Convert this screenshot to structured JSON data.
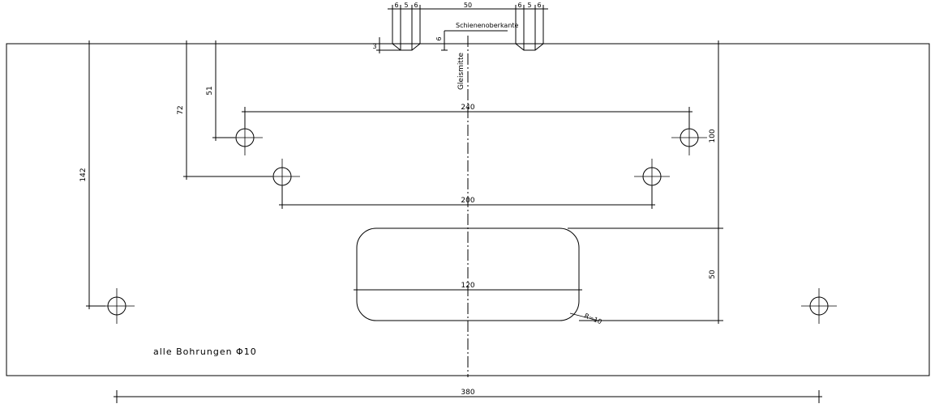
{
  "labels": {
    "gleismitte": "Gleismitte",
    "schienenoberkante": "Schienenoberkante",
    "note": "alle Bohrungen Φ10",
    "radius": "R=10"
  },
  "dimensions": {
    "d_rail_6a": "6",
    "d_rail_5a": "5",
    "d_rail_6b": "6",
    "d_rail_50": "50",
    "d_rail_6c": "6",
    "d_rail_5b": "5",
    "d_rail_6d": "6",
    "d_3": "3",
    "d_6v": "6",
    "d_142": "142",
    "d_72": "72",
    "d_51": "51",
    "d_240": "240",
    "d_200": "200",
    "d_100": "100",
    "d_120": "120",
    "d_50v": "50",
    "d_380": "380"
  },
  "colors": {
    "line": "#000000",
    "background": "#ffffff"
  }
}
